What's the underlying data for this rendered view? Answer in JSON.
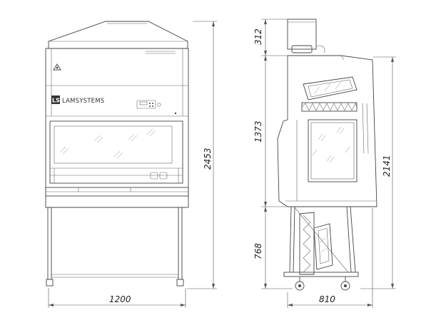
{
  "brand": {
    "mark": "LS",
    "name": "LAMSYSTEMS"
  },
  "dimensions": {
    "front_width": "1200",
    "total_height": "2453",
    "hood_height": "312",
    "cabinet_height": "1373",
    "stand_height": "768",
    "side_height": "2141",
    "depth": "810"
  }
}
